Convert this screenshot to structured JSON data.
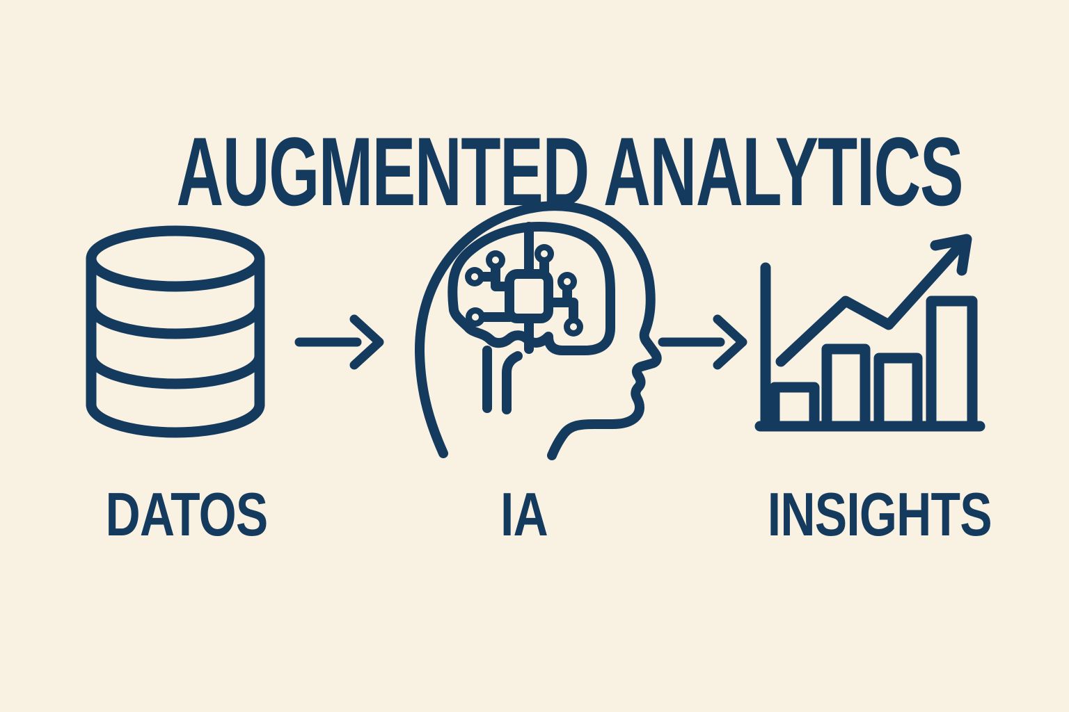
{
  "title": "AUGMENTED ANALYTICS",
  "colors": {
    "ink": "#143a5e",
    "background": "#f9f1e2"
  },
  "flow": {
    "steps": [
      {
        "label": "DATOS",
        "icon": "database-icon"
      },
      {
        "label": "IA",
        "icon": "ai-head-circuit-icon"
      },
      {
        "label": "INSIGHTS",
        "icon": "bar-chart-trend-icon"
      }
    ],
    "connector": {
      "icon": "arrow-right-icon"
    }
  }
}
